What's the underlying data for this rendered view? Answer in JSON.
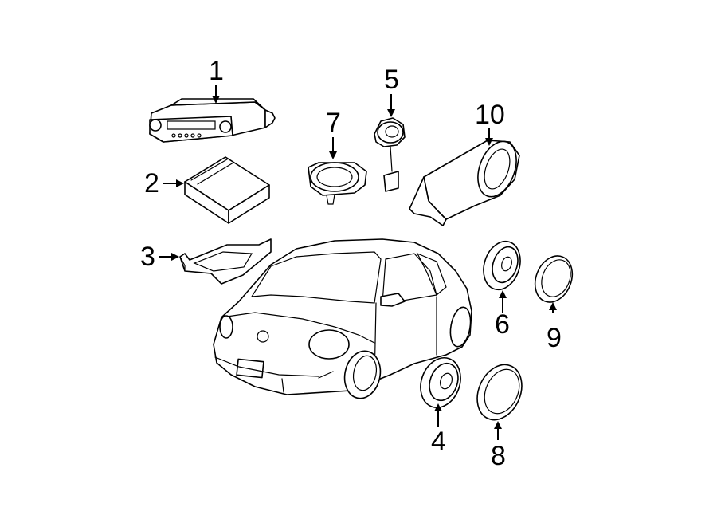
{
  "callouts": [
    {
      "id": "1",
      "label": "1",
      "part": "radio-head-unit"
    },
    {
      "id": "2",
      "label": "2",
      "part": "amplifier-module"
    },
    {
      "id": "3",
      "label": "3",
      "part": "amplifier-bracket"
    },
    {
      "id": "4",
      "label": "4",
      "part": "front-door-speaker"
    },
    {
      "id": "5",
      "label": "5",
      "part": "tweeter"
    },
    {
      "id": "6",
      "label": "6",
      "part": "rear-speaker"
    },
    {
      "id": "7",
      "label": "7",
      "part": "dash-speaker"
    },
    {
      "id": "8",
      "label": "8",
      "part": "front-speaker-spacer"
    },
    {
      "id": "9",
      "label": "9",
      "part": "rear-speaker-spacer"
    },
    {
      "id": "10",
      "label": "10",
      "part": "subwoofer-enclosure"
    }
  ],
  "colors": {
    "line": "#000000",
    "fill": "#ffffff",
    "background": "#ffffff"
  }
}
